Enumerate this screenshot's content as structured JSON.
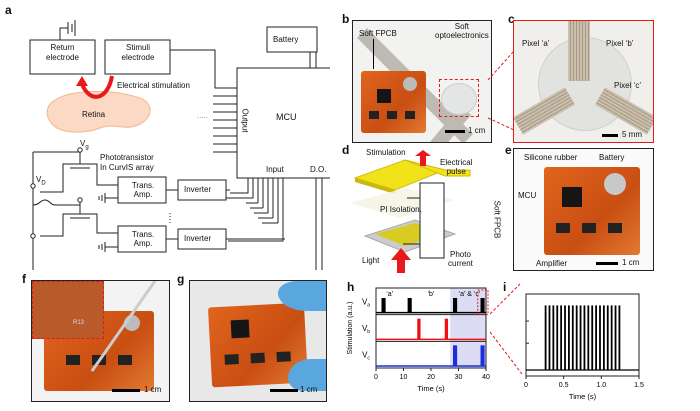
{
  "panels": {
    "a": {
      "label": "a",
      "boxes": {
        "return_electrode": [
          "Return",
          "electrode"
        ],
        "stimuli_electrode": [
          "Stimuli",
          "electrode"
        ],
        "battery": "Battery",
        "mcu": "MCU",
        "output": "Output",
        "input": "Input",
        "do": "D.O.",
        "trans_amp": [
          "Trans.",
          "Amp."
        ],
        "inverter": "Inverter"
      },
      "texts": {
        "electrical_stimulation": "Electrical stimulation",
        "retina": "Retina",
        "phototransistor": [
          "Phototransistor",
          "In CurvIS array"
        ],
        "vg": "V",
        "vg_sub": "g",
        "vd": "V",
        "vd_sub": "D",
        "dots": "....."
      }
    },
    "b": {
      "label": "b",
      "soft_fpcb": "Soft FPCB",
      "soft_opto": [
        "Soft",
        "optoelectronics"
      ],
      "scale": "1 cm"
    },
    "c": {
      "label": "c",
      "pixel_a": "Pixel ‘a’",
      "pixel_b": "Pixel ‘b’",
      "pixel_c": "Pixel ‘c’",
      "scale": "5 mm"
    },
    "d": {
      "label": "d",
      "stimulation": "Stimulation",
      "electrical_pulse": [
        "Electrical",
        "pulse"
      ],
      "pi_isolation": "PI Isolation.",
      "soft_fpcb": "Soft FPCB",
      "light": "Light",
      "photo_current": [
        "Photo",
        "current"
      ]
    },
    "e": {
      "label": "e",
      "silicone_rubber": "Silicone rubber",
      "battery": "Battery",
      "mcu": "MCU",
      "amplifier": "Amplifier",
      "scale": "1 cm"
    },
    "f": {
      "label": "f",
      "scale": "1 cm",
      "inset_text": "R13"
    },
    "g": {
      "label": "g",
      "scale": "1 cm"
    },
    "h": {
      "label": "h"
    },
    "i": {
      "label": "i"
    }
  },
  "colors": {
    "accent_red": "#e8191c",
    "signal_black": "#000000",
    "signal_red": "#ee1111",
    "signal_blue": "#1a2ee0",
    "highlight_band": "#dcdcf4",
    "retina": "#fbd9c4",
    "electrode_gold": "#f2e21a"
  },
  "chart_data": [
    {
      "id": "h",
      "type": "line",
      "title": "",
      "xlabel": "Time (s)",
      "ylabel": "Stimulation (a.u.)",
      "xlim": [
        0,
        40
      ],
      "xticks": [
        0,
        10,
        20,
        30,
        40
      ],
      "annotations": [
        "‘a’",
        "‘b’",
        "‘a’ & ‘c’"
      ],
      "annotation_x": [
        5,
        20,
        34
      ],
      "highlight_range": [
        27,
        40
      ],
      "series": [
        {
          "name": "V",
          "sub": "a",
          "color": "#000000",
          "pulses": [
            [
              2,
              3.5
            ],
            [
              11.5,
              13
            ],
            [
              28,
              29.5
            ],
            [
              38,
              39.5
            ]
          ]
        },
        {
          "name": "V",
          "sub": "b",
          "color": "#ee1111",
          "pulses": [
            [
              15,
              16.2
            ],
            [
              25,
              26.2
            ]
          ]
        },
        {
          "name": "V",
          "sub": "c",
          "color": "#1a2ee0",
          "pulses": [
            [
              28,
              29.5
            ],
            [
              38,
              39.5
            ]
          ]
        }
      ]
    },
    {
      "id": "i",
      "type": "line",
      "title": "",
      "xlabel": "Time (s)",
      "ylabel": "",
      "xlim": [
        0,
        1.5
      ],
      "xticks": [
        "0",
        "0.5",
        "1.0",
        "1.5"
      ],
      "xtick_values": [
        0,
        0.5,
        1.0,
        1.5
      ],
      "series": [
        {
          "name": "pulse train",
          "color": "#000000",
          "start": 0.26,
          "end": 1.24,
          "count": 20,
          "amplitude": 0.85
        }
      ]
    }
  ]
}
